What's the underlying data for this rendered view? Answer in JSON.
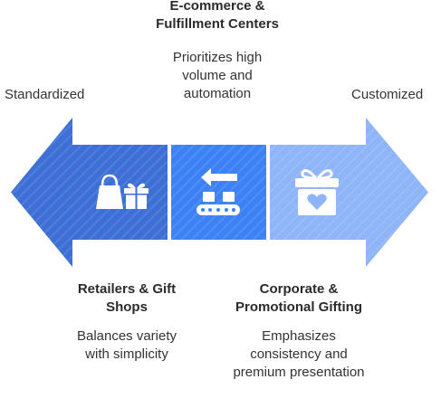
{
  "axis": {
    "left_label": "Standardized",
    "right_label": "Customized"
  },
  "segments": [
    {
      "title": "Retailers & Gift Shops",
      "description": "Balances variety with simplicity",
      "icon": "shopping-bag-gift-icon",
      "color": "#3e6fd6"
    },
    {
      "title": "E-commerce & Fulfillment Centers",
      "description": "Prioritizes high volume and automation",
      "icon": "conveyor-belt-icon",
      "color": "#3c82f6"
    },
    {
      "title": "Corporate & Promotional Gifting",
      "description": "Emphasizes consistency and premium presentation",
      "icon": "gift-heart-icon",
      "color": "#8fb4f7"
    }
  ]
}
